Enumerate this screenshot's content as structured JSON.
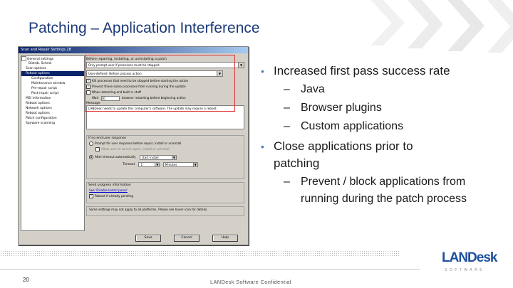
{
  "slide": {
    "title": "Patching – Application Interference",
    "page_number": "20",
    "footer_text": "LANDesk Software Confidential",
    "logo_text": "LANDesk",
    "logo_subtext": "SOFTWARE",
    "accent_color": "#1d3a78"
  },
  "bullets": [
    {
      "text": "Increased first pass success rate",
      "sub": [
        "Java",
        "Browser plugins",
        "Custom applications"
      ]
    },
    {
      "text_line1": "Close applications prior to",
      "text_line2": "patching",
      "sub_line1": "Prevent / block applications from",
      "sub_line2": "running during the patch process"
    }
  ],
  "dialog": {
    "title": "Scan and Repair Settings 28",
    "tree": [
      {
        "label": "General settings",
        "icon": "folder"
      },
      {
        "label": "Distrib. Sched.",
        "icon": "none"
      },
      {
        "label": "Scan options",
        "icon": "none"
      },
      {
        "label": "Reboot options",
        "icon": "none",
        "selected": true
      },
      {
        "label": "Configuration",
        "icon": "none"
      },
      {
        "label": "Maintenance window",
        "icon": "none"
      },
      {
        "label": "Pre-repair script",
        "icon": "none"
      },
      {
        "label": "Post-repair script",
        "icon": "none"
      },
      {
        "label": "MSI information",
        "icon": "none"
      },
      {
        "label": "Reboot options",
        "icon": "none"
      },
      {
        "label": "Network options",
        "icon": "none"
      },
      {
        "label": "Reboot options",
        "icon": "none"
      },
      {
        "label": "Patch configuration",
        "icon": "none"
      },
      {
        "label": "Spyware scanning",
        "icon": "none"
      }
    ],
    "section_label": "Before repairing, installing, or uninstalling a patch",
    "combo1": "Only prompt user if processes must be stopped",
    "combo2": "User-defined: Before process action",
    "checks": [
      "Kill processes that need to be stopped before starting the action",
      "Prevent these same processes from running during the update",
      "When detecting and built in stuff"
    ],
    "wait_label": "Wait",
    "wait_value": "30",
    "wait_suffix": "browser restarting before beginning action",
    "message_label": "Message",
    "message_text": "LANDesk needs to update this computer's software. The update may require a reboot.",
    "end_user_label": "If no end user response",
    "radio1": "Prompt for user response before repair, install or uninstall",
    "radio1_sub": "Allow user to cancel repair, install or uninstall",
    "radio2": "After timeout automatically",
    "radio2_value": "start install",
    "timeout_label": "Timeout",
    "timeout_value": "1",
    "timeout_unit": "Minutes",
    "status_label": "Send progress information",
    "link_text": "See 'Disable Install panel'",
    "reboot_check": "Reboot if already pending",
    "note_text": "Some settings may not apply to all platforms. Please see hover icon for details.",
    "buttons": [
      "Save",
      "Cancel",
      "Help"
    ]
  }
}
